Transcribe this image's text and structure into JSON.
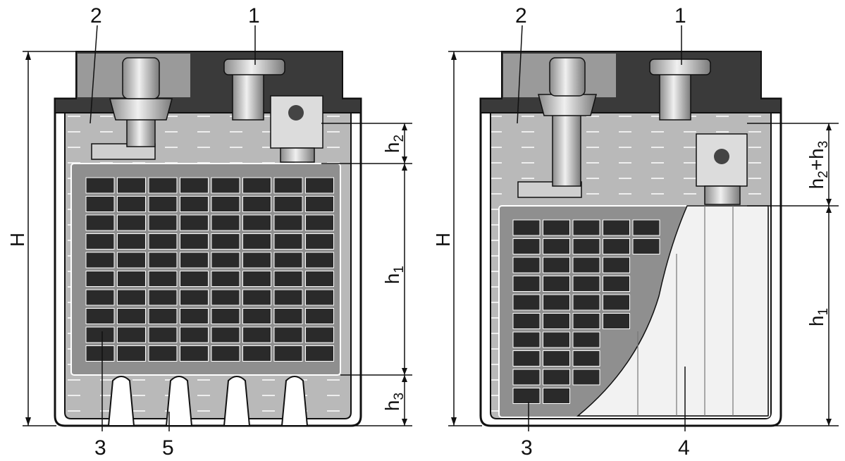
{
  "labels": {
    "left": {
      "callout_1": "1",
      "callout_2": "2",
      "callout_3": "3",
      "callout_5": "5",
      "dim_H": "H",
      "dim_h1_base": "h",
      "dim_h1_sub": "1",
      "dim_h2_base": "h",
      "dim_h2_sub": "2",
      "dim_h3_base": "h",
      "dim_h3_sub": "3"
    },
    "right": {
      "callout_1": "1",
      "callout_2": "2",
      "callout_3": "3",
      "callout_4": "4",
      "dim_H": "H",
      "dim_h1_base": "h",
      "dim_h1_sub": "1",
      "dim_h23_base1": "h",
      "dim_h23_sub1": "2",
      "dim_h23_plus": "+",
      "dim_h23_base2": "h",
      "dim_h23_sub2": "3"
    }
  },
  "colors": {
    "line": "#111111",
    "electrolyte": "#b9b9b9",
    "lid": "#3a3a3a",
    "terminal": "#cfcfcf",
    "grid_cell": "#2a2a2a",
    "separator": "#f2f2f2"
  }
}
